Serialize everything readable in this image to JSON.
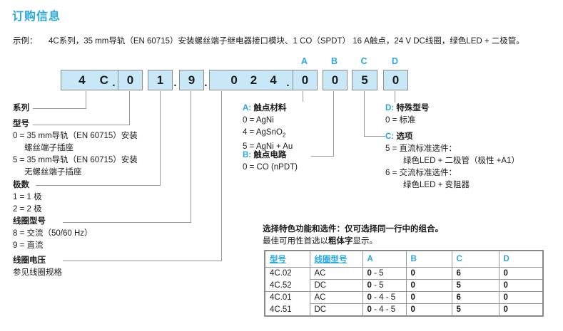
{
  "title": "订购信息",
  "accent_color": "#29a7e0",
  "box_fill_color": "#c9e8f7",
  "example": {
    "label": "示例：",
    "text": "4C系列，35 mm导轨（EN 60715）安装螺丝端子继电器接口模块、1 CO（SPDT） 16 A触点，24 V DC线圈，绿色LED + 二极管。"
  },
  "code": {
    "letters": [
      "A",
      "B",
      "C",
      "D"
    ],
    "boxes": [
      "4C",
      "0",
      "1",
      "9",
      "024",
      "0",
      "0",
      "5",
      "0"
    ],
    "dot": "."
  },
  "legend": {
    "series": {
      "label": "系列"
    },
    "type": {
      "label": "型号",
      "opt1": "0 = 35 mm导轨（EN 60715）安装",
      "opt1b": "螺丝端子插座",
      "opt2": "5 = 35 mm导轨（EN 60715）安装",
      "opt2b": "无螺丝端子插座"
    },
    "poles": {
      "label": "极数",
      "opt1": "1 = 1 极",
      "opt2": "2 = 2 极"
    },
    "coil_version": {
      "label": "线圈型号",
      "opt1": "8 = 交流（50/60 Hz）",
      "opt2": "9 = 直流"
    },
    "coil_voltage": {
      "label": "线圈电压",
      "opt1": "参见线圈规格"
    },
    "contact_material": {
      "letter": "A:",
      "label": "触点材料",
      "opt1": "0 = AgNi",
      "opt2_main": "4 = AgSnO",
      "opt2_sub": "2",
      "opt3": "5 = AgNi + Au"
    },
    "contact_circuit": {
      "letter": "B:",
      "label": "触点电路",
      "opt1": "0 = CO (nPDT)"
    },
    "special_version": {
      "letter": "D:",
      "label": "特殊型号",
      "opt1": "0 = 标准"
    },
    "options": {
      "letter": "C:",
      "label": "选项",
      "opt1": "5 = 直流标准选件：",
      "opt1b": "绿色LED + 二极管（极性 +A1）",
      "opt2": "6 = 交流标准选件：",
      "opt2b": "绿色LED + 变阻器"
    }
  },
  "selection": {
    "note1": "选择特色功能和选件：仅可选择同一行中的组合。",
    "note2_pre": "最佳可用性首选以",
    "note2_bold": "粗体字",
    "note2_post": "显示。",
    "table": {
      "headers": [
        "型号",
        "线圈型号",
        "A",
        "B",
        "C",
        "D"
      ],
      "rows": [
        {
          "model": "4C.02",
          "coil": "AC",
          "a_bold": "0",
          "a_rest": " - 5",
          "b": "0",
          "c": "6",
          "d": "0"
        },
        {
          "model": "4C.52",
          "coil": "DC",
          "a_bold": "0",
          "a_rest": " - 5",
          "b": "0",
          "c": "5",
          "d": "0"
        },
        {
          "model": "4C.01",
          "coil": "AC",
          "a_bold": "0",
          "a_rest": " - 4 - 5",
          "b": "0",
          "c": "6",
          "d": "0"
        },
        {
          "model": "4C.51",
          "coil": "DC",
          "a_bold": "0",
          "a_rest": " - 4 - 5",
          "b": "0",
          "c": "5",
          "d": "0"
        }
      ]
    }
  }
}
